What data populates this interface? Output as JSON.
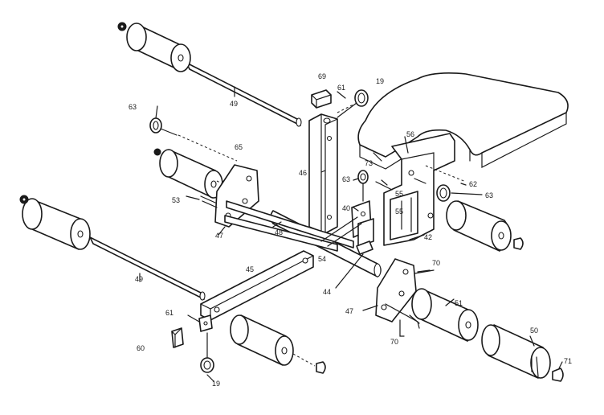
{
  "colors": {
    "ink": "#1a1a1a",
    "paper": "#ffffff"
  },
  "labels": {
    "p19a": "19",
    "p19b": "19",
    "p40": "40",
    "p42": "42",
    "p44": "44",
    "p45": "45",
    "p46": "46",
    "p47a": "47",
    "p47b": "47",
    "p48": "48",
    "p49a": "49",
    "p49b": "49",
    "p50": "50",
    "p51": "51",
    "p53": "53",
    "p54": "54",
    "p55a": "55",
    "p55b": "55",
    "p56": "56",
    "p60": "60",
    "p61a": "61",
    "p61b": "61",
    "p62": "62",
    "p63a": "63",
    "p63b": "63",
    "p63c": "63",
    "p65": "65",
    "p69": "69",
    "p70a": "70",
    "p70b": "70",
    "p71": "71",
    "p73": "73"
  }
}
